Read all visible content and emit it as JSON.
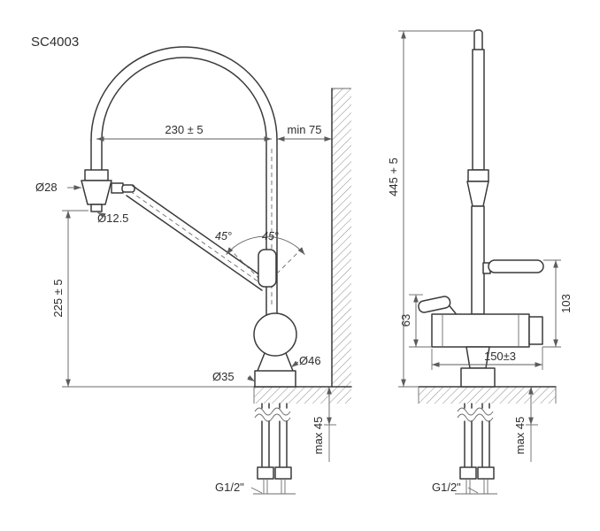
{
  "title": "SC4003",
  "front": {
    "width": "230 ± 5",
    "wall_clearance": "min 75",
    "spray_diameter": "Ø28",
    "outlet_diameter": "Ø12.5",
    "swing_left": "45°",
    "swing_right": "45°",
    "spout_height": "225 ± 5",
    "base_diameter": "Ø35",
    "body_diameter": "Ø46",
    "deck_thickness": "max 45",
    "thread": "G1/2\""
  },
  "side": {
    "total_height": "445 + 5",
    "lever_height": "63",
    "handle_height": "103",
    "body_length": "150±3",
    "deck_thickness": "max 45",
    "thread": "G1/2\""
  }
}
